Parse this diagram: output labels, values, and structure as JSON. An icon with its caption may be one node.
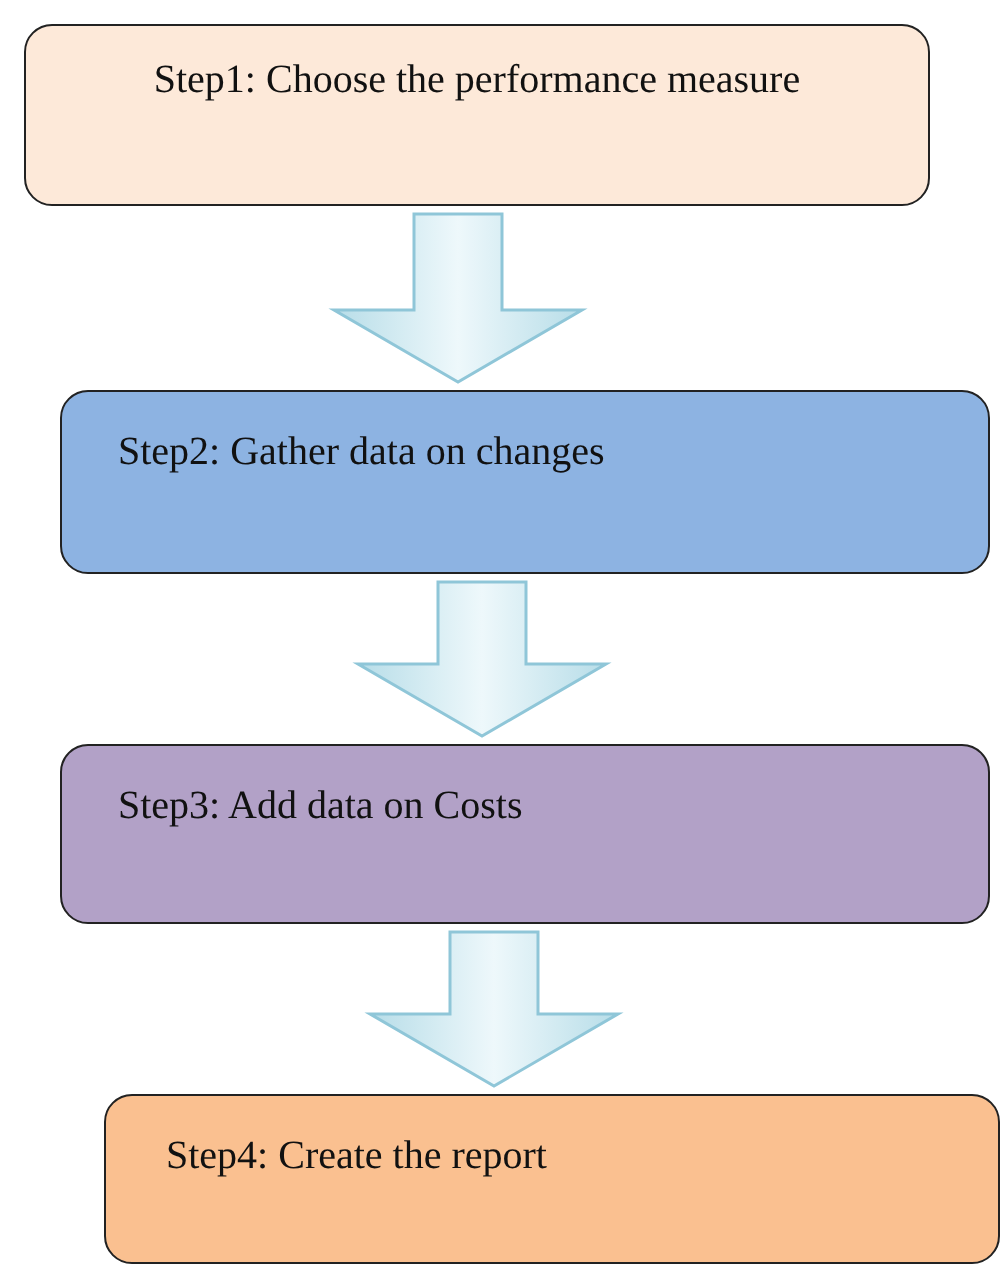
{
  "diagram": {
    "nodes": [
      {
        "text": [
          "Step1: Choose the performance measure"
        ]
      },
      {
        "text": [
          "Step2: Gather data on changes"
        ]
      },
      {
        "text": [
          "Step3: Add data on Costs"
        ]
      },
      {
        "text": [
          "Step4: Create the report"
        ]
      }
    ],
    "edges": [
      {
        "from": 0,
        "to": 1,
        "arrow": "to"
      },
      {
        "from": 1,
        "to": 2,
        "arrow": "to"
      },
      {
        "from": 2,
        "to": 3,
        "arrow": "to"
      }
    ]
  }
}
